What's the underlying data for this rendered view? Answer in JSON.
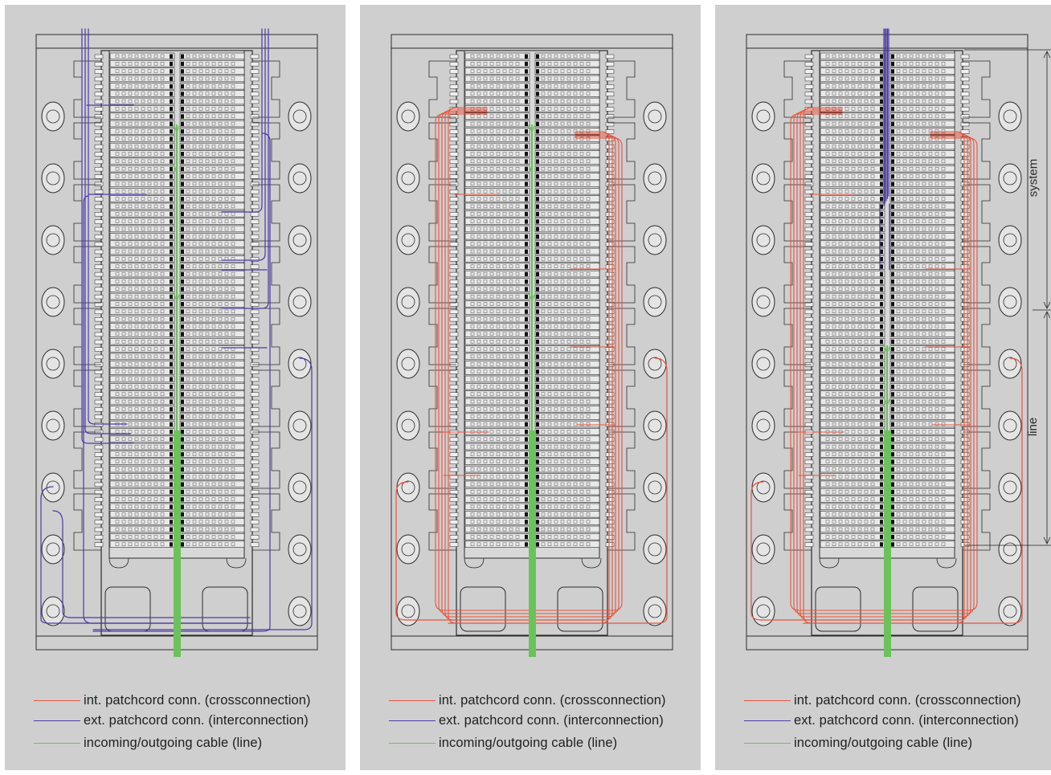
{
  "colors": {
    "crossconnection": "#e8543e",
    "interconnection": "#4a3aa8",
    "line": "#6cc25a",
    "panel_bg": "#cfcfcf",
    "drawing": "#2b2b2b"
  },
  "legend": [
    {
      "label": "int. patchcord conn. (crossconnection)",
      "color_key": "crossconnection"
    },
    {
      "label": "ext. patchcord conn. (interconnection)",
      "color_key": "interconnection"
    },
    {
      "label": "incoming/outgoing cable (line)",
      "color_key": "line"
    }
  ],
  "panels": [
    {
      "id": "panel-1",
      "legend": [
        "int. patchcord conn. (crossconnection)",
        "ext. patchcord conn. (interconnection)",
        "incoming/outgoing cable (line)"
      ]
    },
    {
      "id": "panel-2",
      "legend": [
        "int. patchcord conn. (crossconnection)",
        "ext. patchcord conn. (interconnection)",
        "incoming/outgoing cable (line)"
      ]
    },
    {
      "id": "panel-3",
      "legend": [
        "int. patchcord conn. (crossconnection)",
        "ext. patchcord conn. (interconnection)",
        "incoming/outgoing cable (line)"
      ],
      "side_labels": {
        "system": "system",
        "line": "line"
      }
    }
  ]
}
